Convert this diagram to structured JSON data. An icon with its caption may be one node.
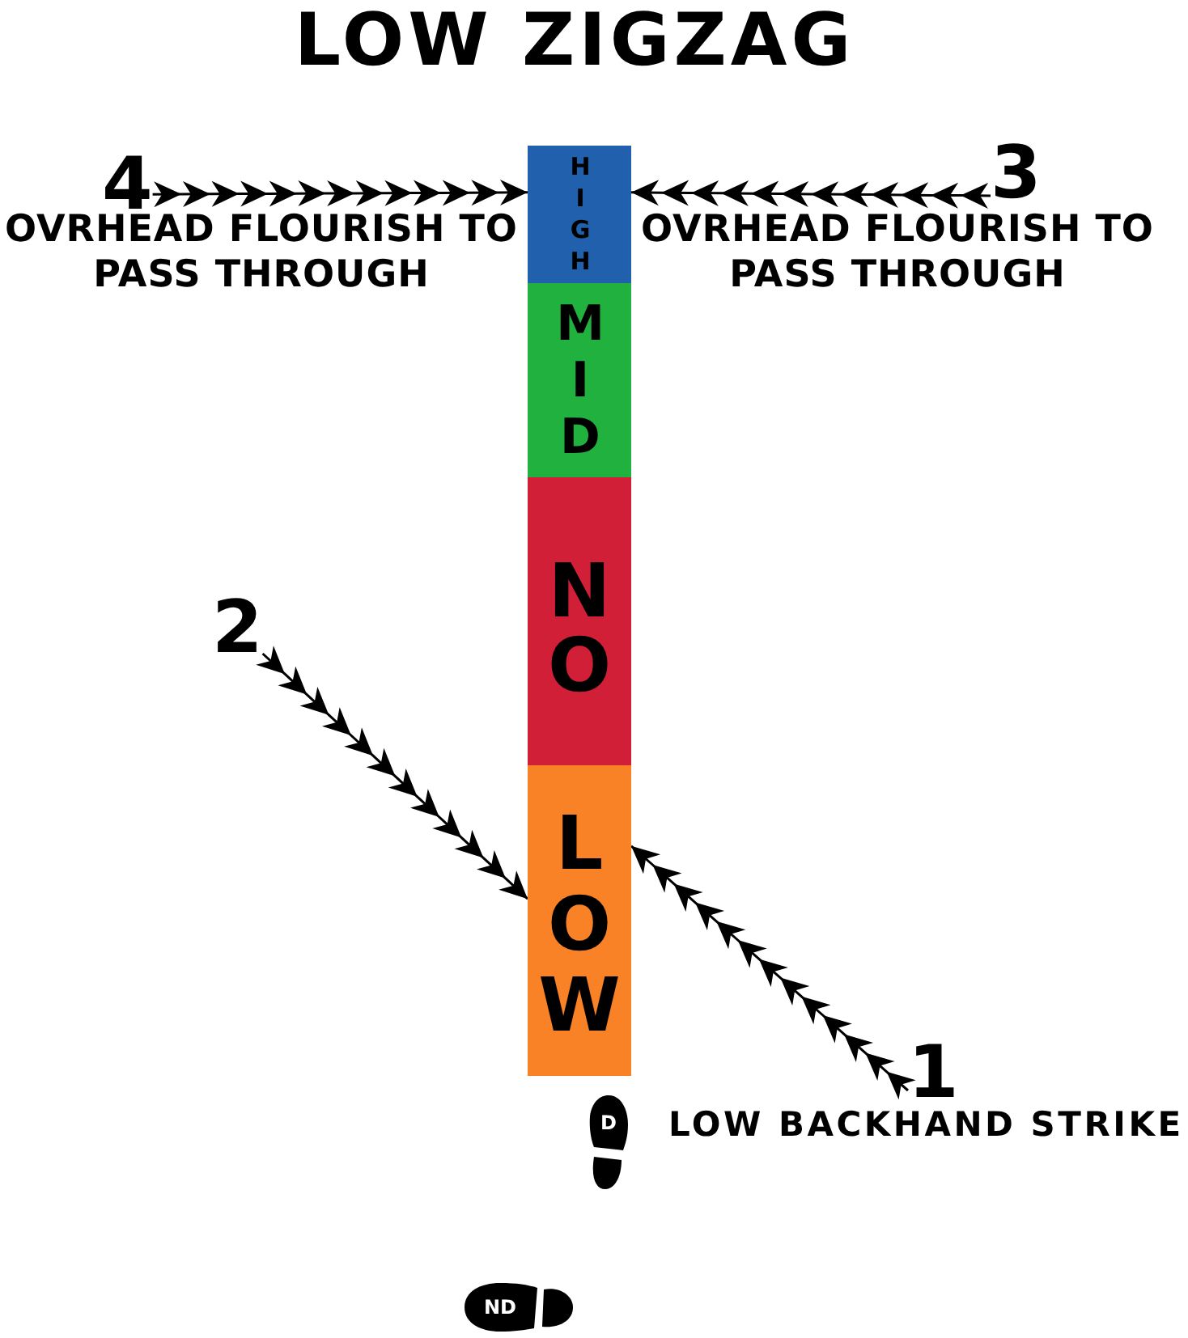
{
  "diagram": {
    "title": "LOW ZIGZAG",
    "nodes": [
      {
        "text": [
          "4"
        ],
        "beside": [
          "OVRHEAD FLOURISH TO PASS THROUGH"
        ]
      },
      {
        "text": [
          "HIGH"
        ]
      },
      {
        "text": [
          "3"
        ],
        "beside": [
          "OVRHEAD FLOURISH TO PASS THROUGH"
        ]
      },
      {
        "text": [
          "MID"
        ]
      },
      {
        "text": [
          "2"
        ]
      },
      {
        "text": [
          "NO"
        ]
      },
      {
        "text": [
          "LOW"
        ]
      },
      {
        "text": [
          "1"
        ],
        "beside": [
          "LOW BACKHAND STRIKE"
        ]
      },
      {
        "text": [
          "D"
        ]
      },
      {
        "text": [
          "ND"
        ]
      }
    ],
    "edges": [
      {
        "from": 0,
        "to": 1,
        "arrow": "to"
      },
      {
        "from": 2,
        "to": 1,
        "arrow": "to"
      },
      {
        "from": 4,
        "to": 6,
        "arrow": "to"
      },
      {
        "from": 7,
        "to": 6,
        "arrow": "to"
      }
    ]
  }
}
